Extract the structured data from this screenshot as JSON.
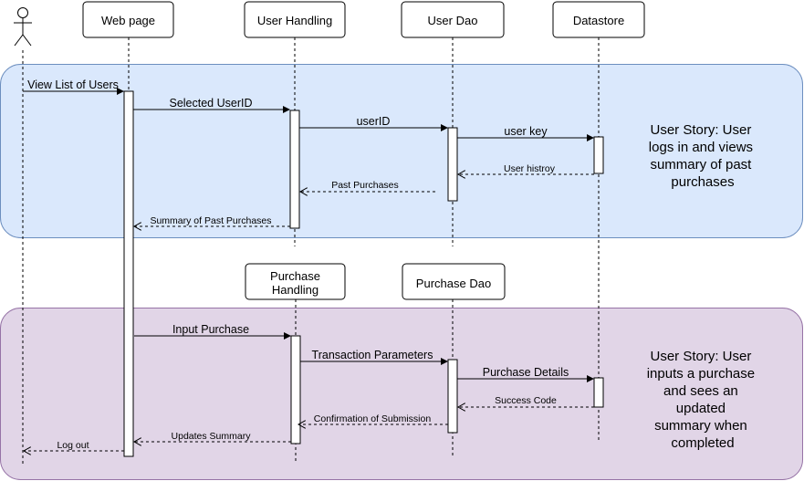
{
  "participants": {
    "web_page": "Web page",
    "user_handling": "User Handling",
    "user_dao": "User Dao",
    "datastore": "Datastore",
    "purchase_handling_line1": "Purchase",
    "purchase_handling_line2": "Handling",
    "purchase_dao": "Purchase Dao"
  },
  "stories": {
    "story1": [
      "User Story: User",
      "logs in and views",
      "summary of past",
      "purchases"
    ],
    "story2": [
      "User Story: User",
      "inputs a purchase",
      "and sees an",
      "updated",
      "summary when",
      "completed"
    ]
  },
  "messages": {
    "m1": "View List of Users",
    "m2": "Selected UserID",
    "m3": "userID",
    "m4": "user key",
    "m5": "User histroy",
    "m6": "Past Purchases",
    "m7": "Summary of Past Purchases",
    "m8": "Input Purchase",
    "m9": "Transaction Parameters",
    "m10": "Purchase Details",
    "m11": "Success Code",
    "m12": "Confirmation of Submission",
    "m13": "Updates Summary",
    "m14": "Log out"
  },
  "colors": {
    "story1_fill": "#dae8fc",
    "story1_stroke": "#6c8ebf",
    "story2_fill": "#e1d5e7",
    "story2_stroke": "#9673a6"
  }
}
